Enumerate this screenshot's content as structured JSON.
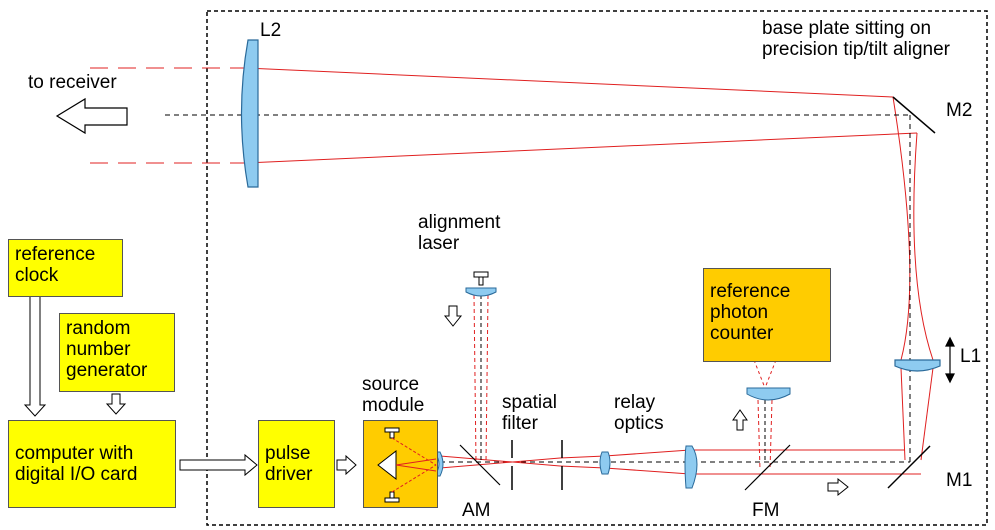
{
  "labels": {
    "base_plate": "base plate sitting on\nprecision tip/tilt aligner",
    "l2": "L2",
    "m2": "M2",
    "l1": "L1",
    "m1": "M1",
    "to_receiver": "to receiver",
    "alignment_laser": "alignment\nlaser",
    "source_module": "source\nmodule",
    "spatial_filter": "spatial\nfilter",
    "relay_optics": "relay\noptics",
    "am": "AM",
    "fm": "FM"
  },
  "boxes": {
    "reference_clock": "reference\nclock",
    "random_number_generator": "random\nnumber\ngenerator",
    "computer": "computer with\ndigital I/O card",
    "pulse_driver": "pulse\ndriver",
    "reference_photon_counter": "reference\nphoton\ncounter"
  },
  "colors": {
    "beam": "#e02020",
    "lens_fill": "#8ecbf0",
    "lens_stroke": "#2a6a9a",
    "box_yellow": "#ffff00",
    "box_orange": "#ffcc00"
  }
}
